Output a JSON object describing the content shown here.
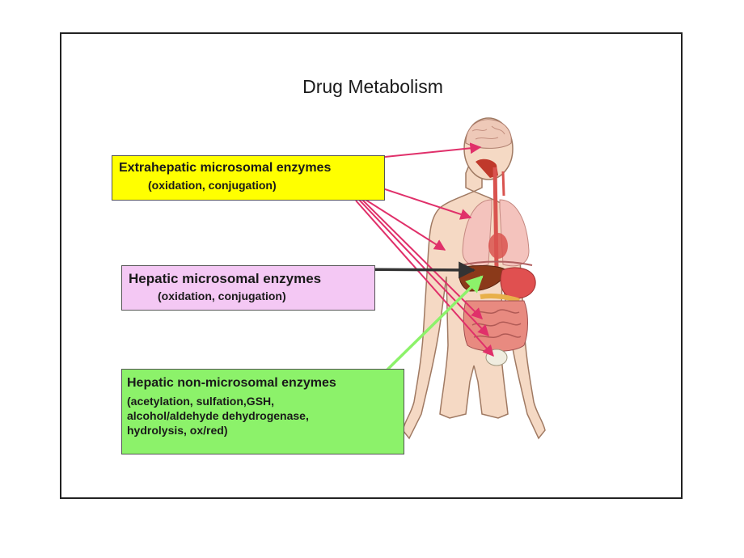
{
  "slide": {
    "title": "Drug Metabolism"
  },
  "boxes": {
    "extrahepatic": {
      "title": "Extrahepatic microsomal enzymes",
      "detail": "(oxidation, conjugation)",
      "color": "#ffff00"
    },
    "hepatic_microsomal": {
      "title": "Hepatic microsomal enzymes",
      "detail": "(oxidation, conjugation)",
      "color": "#f4c8f4"
    },
    "hepatic_non_microsomal": {
      "title": "Hepatic non-microsomal enzymes",
      "details": [
        "(acetylation, sulfation,GSH,",
        "alcohol/aldehyde dehydrogenase,",
        "hydrolysis, ox/red)"
      ],
      "color": "#8cf26a"
    }
  },
  "arrows": {
    "extrahepatic_color": "#e0306a",
    "hepatic_color": "#333333",
    "non_microsomal_color": "#8cf26a"
  },
  "figure": {
    "icon": "human-body-anatomy-illustration"
  }
}
